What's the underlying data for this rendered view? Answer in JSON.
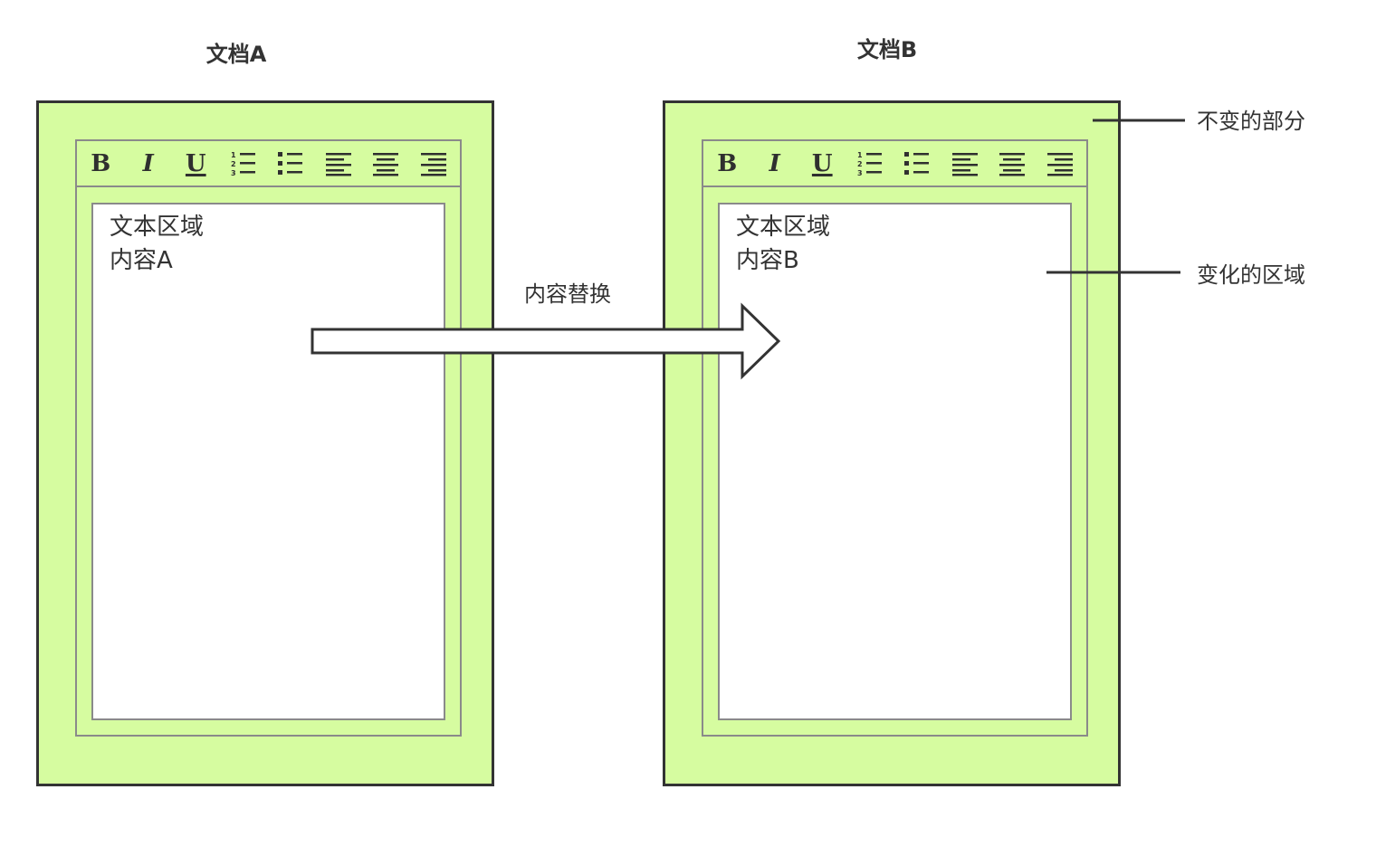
{
  "documents": [
    {
      "title": "文档A",
      "text_line_1": "文本区域",
      "text_line_2": "内容A"
    },
    {
      "title": "文档B",
      "text_line_1": "文本区域",
      "text_line_2": "内容B"
    }
  ],
  "toolbar": {
    "bold_label": "B",
    "italic_label": "I",
    "underline_label": "U",
    "icons": [
      "bold-icon",
      "italic-icon",
      "underline-icon",
      "ordered-list-icon",
      "bullet-list-icon",
      "align-left-icon",
      "align-center-icon",
      "align-right-icon"
    ]
  },
  "arrow": {
    "label": "内容替换"
  },
  "annotations": {
    "unchanged": "不变的部分",
    "changed": "变化的区域"
  },
  "colors": {
    "document_fill": "#d6fca0",
    "outline": "#333333",
    "editor_border": "#8a8a8a",
    "text_area_fill": "#ffffff"
  }
}
